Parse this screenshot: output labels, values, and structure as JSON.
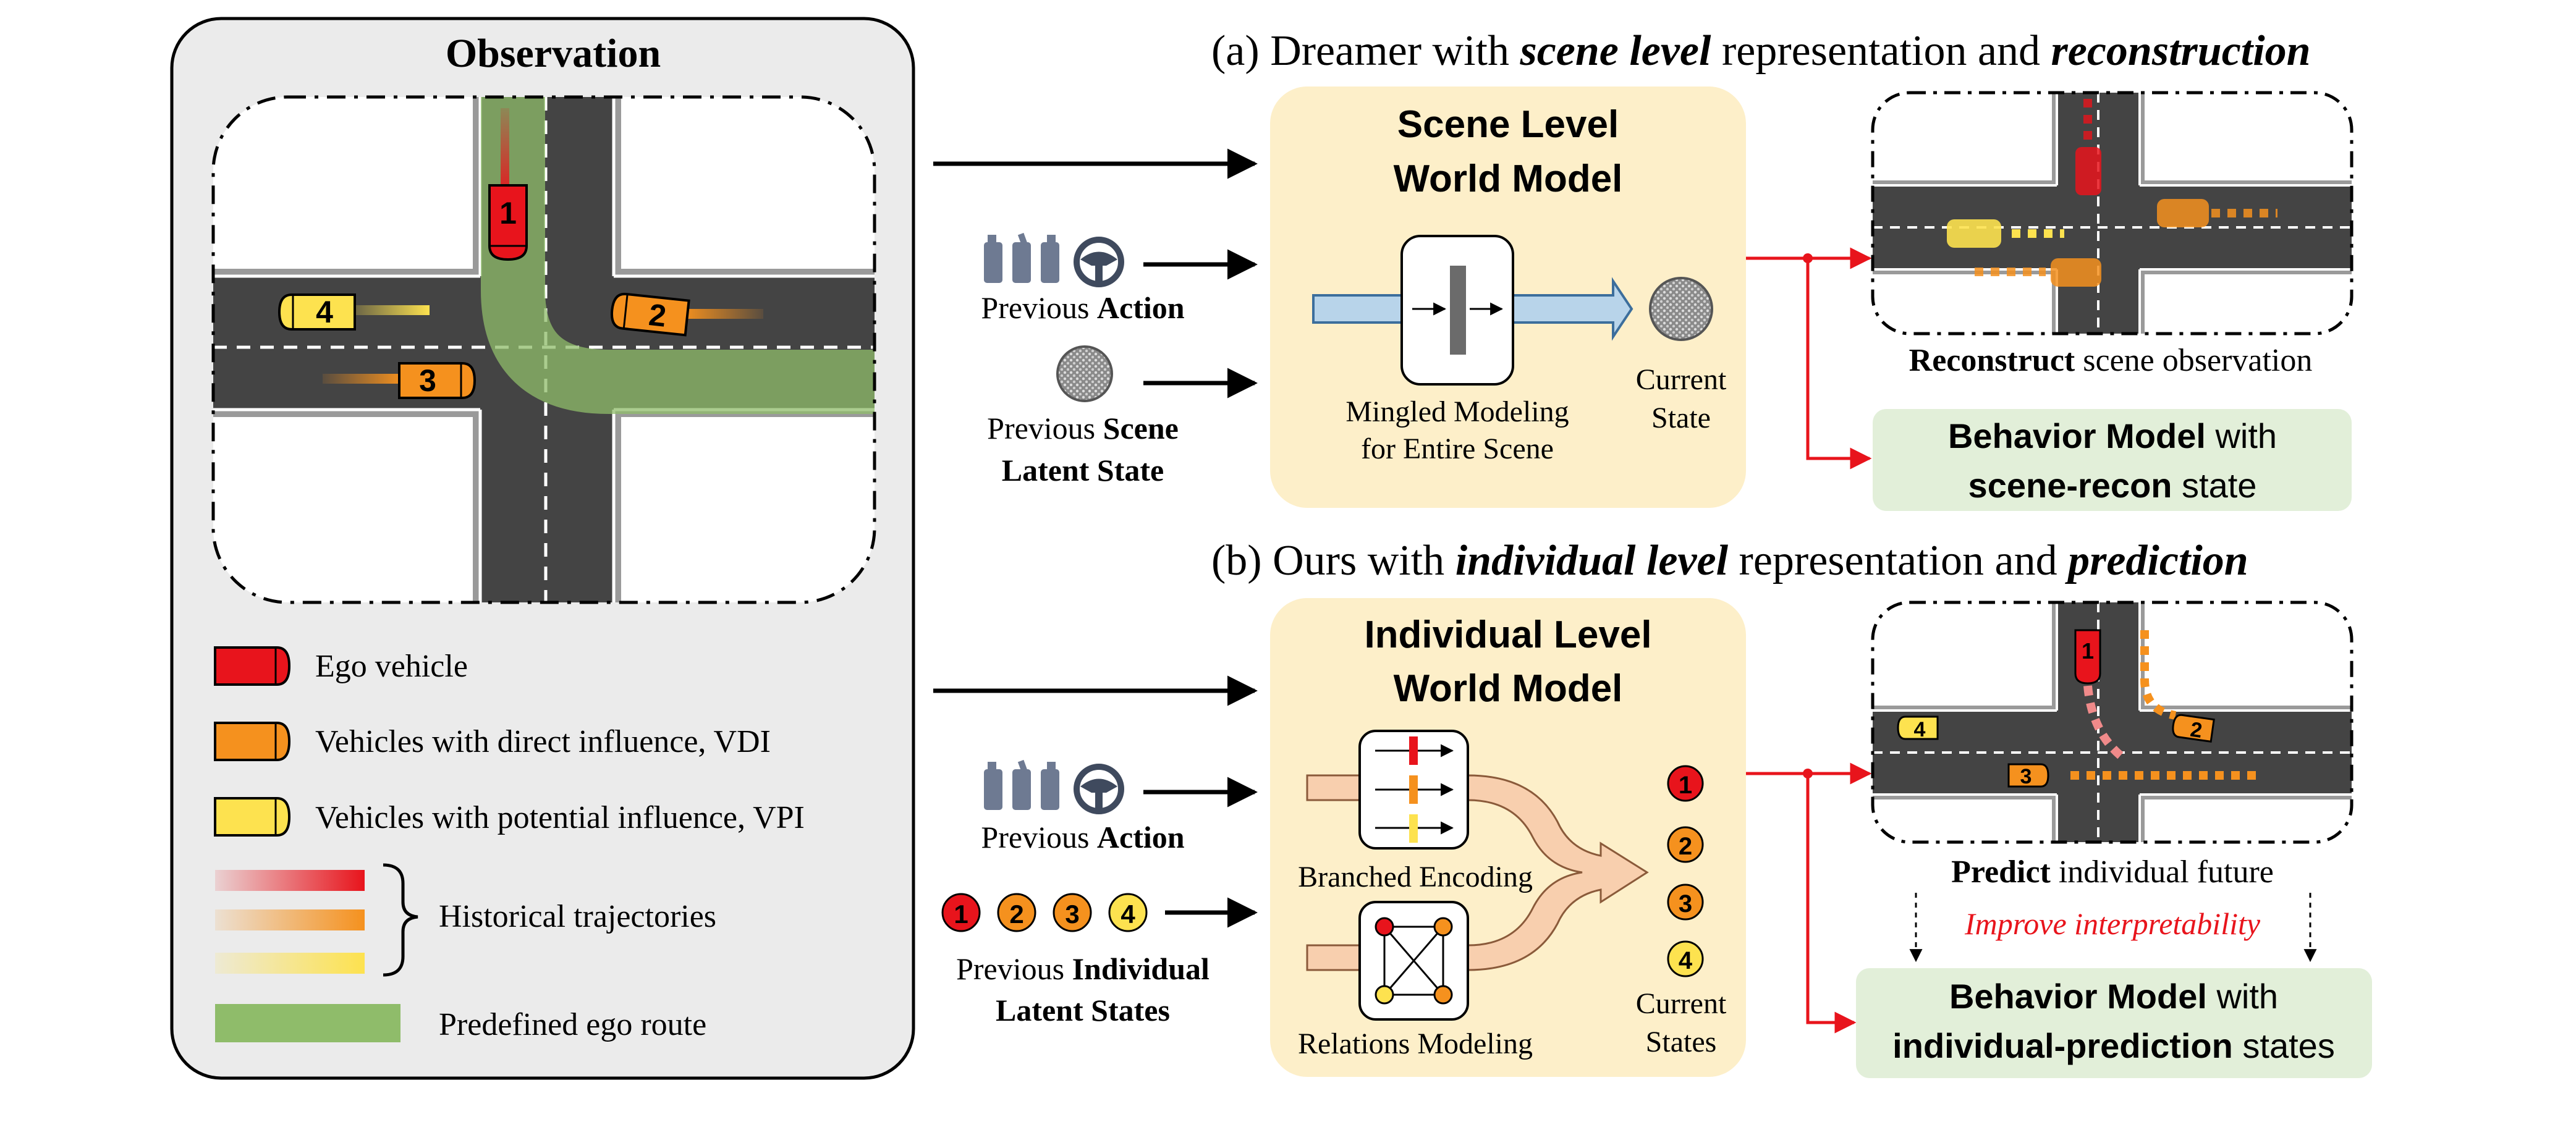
{
  "observation": {
    "title": "Observation",
    "vehicle_numbers": [
      "1",
      "2",
      "3",
      "4"
    ],
    "legend": {
      "ego": "Ego vehicle",
      "vdi": "Vehicles with direct influence, VDI",
      "vpi": "Vehicles with potential influence, VPI",
      "hist": "Historical trajectories",
      "route": "Predefined ego route"
    }
  },
  "panel_a": {
    "heading_prefix": "(a) Dreamer with ",
    "heading_em1": "scene level",
    "heading_mid": " representation and ",
    "heading_em2": "reconstruction",
    "wm_title_1": "Scene Level",
    "wm_title_2": "World Model",
    "mingled_1": "Mingled Modeling",
    "mingled_2": "for Entire Scene",
    "current_1": "Current",
    "current_2": "State",
    "prev_action_plain": "Previous ",
    "prev_action_bold": "Action",
    "prev_latent_plain": "Previous ",
    "prev_latent_bold1": "Scene",
    "prev_latent_bold2": "Latent State",
    "recon_bold": "Reconstruct",
    "recon_plain": " scene observation",
    "behavior_bold": "Behavior Model",
    "behavior_plain": " with",
    "behavior_line2": "scene-recon",
    "behavior_line2_plain": " state"
  },
  "panel_b": {
    "heading_prefix": "(b) Ours with ",
    "heading_em1": "individual level",
    "heading_mid": " representation and ",
    "heading_em2": "prediction",
    "wm_title_1": "Individual Level",
    "wm_title_2": "World Model",
    "branched": "Branched Encoding",
    "relations": "Relations Modeling",
    "current_1": "Current",
    "current_2": "States",
    "prev_action_plain": "Previous ",
    "prev_action_bold": "Action",
    "prev_states_plain": "Previous ",
    "prev_states_bold1": "Individual",
    "prev_states_bold2": "Latent States",
    "predict_bold": "Predict",
    "predict_plain": " individual future",
    "improve": "Improve interpretability",
    "behavior_bold": "Behavior Model",
    "behavior_plain": " with",
    "behavior_line2": "individual-prediction",
    "behavior_line2_plain": " states"
  },
  "colors": {
    "ego_red": "#e8141c",
    "vdi_orange": "#f5911e",
    "vpi_yellow": "#fde24f",
    "route_green": "#8fbc6a",
    "road": "#444444",
    "panel_gray": "#ebebeb",
    "wm_bg": "#fdefc9",
    "behavior_bg": "#e2efd9",
    "arrow_red": "#e8141c",
    "flow_blue": "#b8d4ea"
  }
}
